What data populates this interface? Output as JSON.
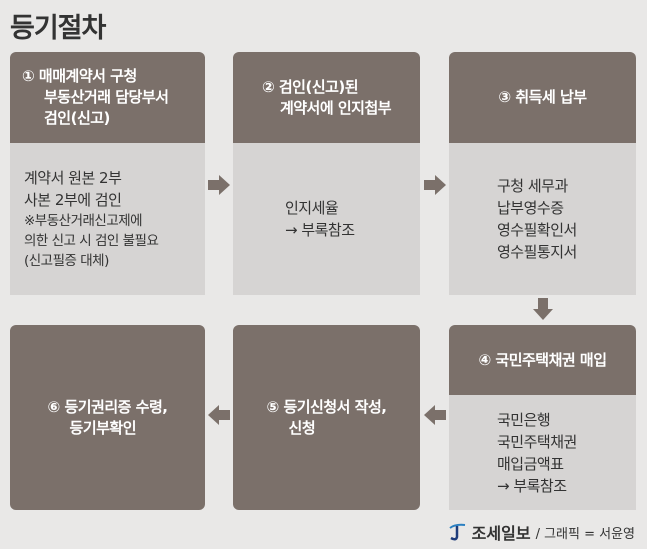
{
  "title": "등기절차",
  "steps": [
    {
      "header": [
        "① 매매계약서 구청",
        "부동산거래 담당부서",
        "검인(신고)"
      ],
      "body": [
        "계약서 원본 2부",
        "사본 2부에 검인"
      ],
      "note": [
        "※부동산거래신고제에",
        "의한 신고 시 검인 불필요",
        "(신고필증 대체)"
      ]
    },
    {
      "header": [
        "② 검인(신고)된",
        "계약서에 인지첩부"
      ],
      "body": [
        "인지세율",
        "→ 부록참조"
      ]
    },
    {
      "header": [
        "③ 취득세 납부"
      ],
      "body": [
        "구청 세무과",
        "납부영수증",
        "영수필확인서",
        "영수필통지서"
      ]
    },
    {
      "header": [
        "④ 국민주택채권 매입"
      ],
      "body": [
        "국민은행",
        "국민주택채권",
        "매입금액표",
        "→ 부록참조"
      ]
    },
    {
      "header": [
        "⑤ 등기신청서 작성,",
        "신청"
      ]
    },
    {
      "header": [
        "⑥ 등기권리증 수령,",
        "등기부확인"
      ]
    }
  ],
  "credit": {
    "brand": "조세일보",
    "text": "/ 그래픽 = 서윤영"
  },
  "colors": {
    "header": "#7b706a",
    "body": "#d6d4d3",
    "background": "#e9e8e7"
  }
}
